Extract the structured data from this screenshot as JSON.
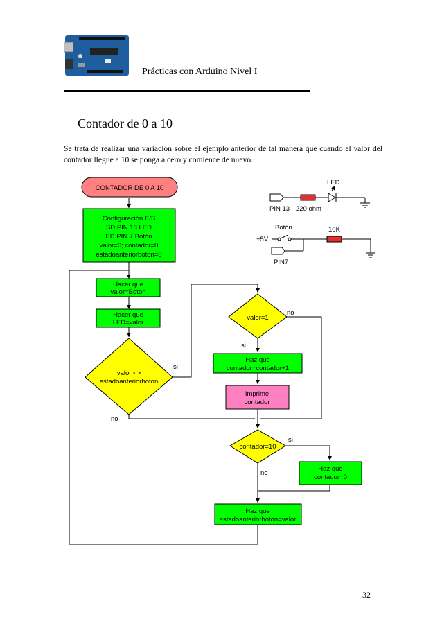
{
  "header": {
    "title": "Prácticas con Arduino Nivel I"
  },
  "section": {
    "title": "Contador de 0 a 10",
    "intro": "Se trata de realizar una variación sobre el ejemplo anterior de tal manera que cuando el valor del contador llegue a 10 se ponga a cero y comience de nuevo."
  },
  "flowchart": {
    "start": "CONTADOR DE 0 A 10",
    "config": [
      "Configuración E/S",
      "SD PIN 13 LED",
      "ED PIN 7 Botón",
      "valor=0; contador=0",
      "estadoanteriorboton=0"
    ],
    "read_button": [
      "Hacer que",
      "valor=Boton"
    ],
    "set_led": [
      "Hacer que",
      "LED=valor"
    ],
    "compare": [
      "valor <>",
      "estadoanteriorboton"
    ],
    "valor_check": "valor=1",
    "increment": [
      "Haz que",
      "contador=contador+1"
    ],
    "print": [
      "Imprime",
      "contador"
    ],
    "counter_check": "contador=10",
    "reset": [
      "Haz que",
      "contador=0"
    ],
    "save_state": [
      "Haz que",
      "estadoanteriorboton=valor"
    ],
    "labels": {
      "si": "si",
      "no": "no"
    }
  },
  "circuit": {
    "led_label": "LED",
    "pin13_label": "PIN 13",
    "resistor1_label": "220 ohm",
    "button_label": "Botón",
    "resistor2_label": "10K",
    "supply_label": "+5V",
    "pin7_label": "PIN7"
  },
  "colors": {
    "terminal": "#ff8080",
    "process": "#00ff00",
    "decision": "#ffff00",
    "print": "#ff80c0",
    "resistor": "#e03030"
  },
  "page_number": "32"
}
